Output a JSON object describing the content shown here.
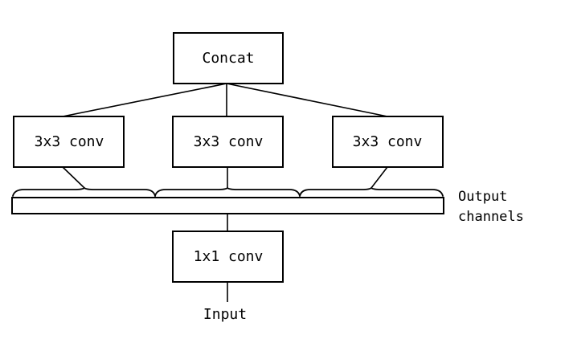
{
  "diagram": {
    "concat_label": "Concat",
    "branch_labels": [
      "3x3 conv",
      "3x3 conv",
      "3x3 conv"
    ],
    "pointwise_label": "1x1 conv",
    "input_label": "Input",
    "channels_label_line1": "Output",
    "channels_label_line2": "channels"
  }
}
